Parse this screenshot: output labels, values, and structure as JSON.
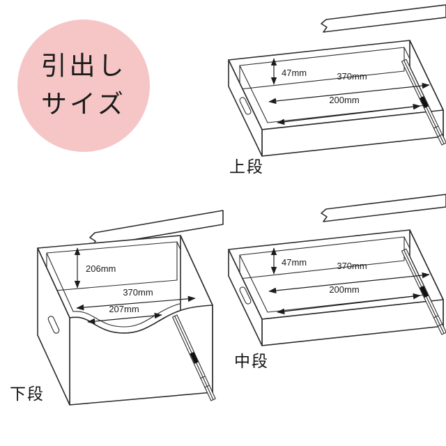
{
  "badge": {
    "line1": "引出し",
    "line2": "サイズ"
  },
  "drawers": [
    {
      "id": "upper",
      "label": "上段",
      "dim_height": "47mm",
      "dim_width": "370mm",
      "dim_depth": "200mm"
    },
    {
      "id": "middle",
      "label": "中段",
      "dim_height": "47mm",
      "dim_width": "370mm",
      "dim_depth": "200mm"
    },
    {
      "id": "lower",
      "label": "下段",
      "dim_height": "206mm",
      "dim_width": "370mm",
      "dim_depth": "207mm"
    }
  ],
  "colors": {
    "badge_bg": "#f6c6c6",
    "line": "#2b2b2b",
    "text": "#1b1b1b"
  }
}
